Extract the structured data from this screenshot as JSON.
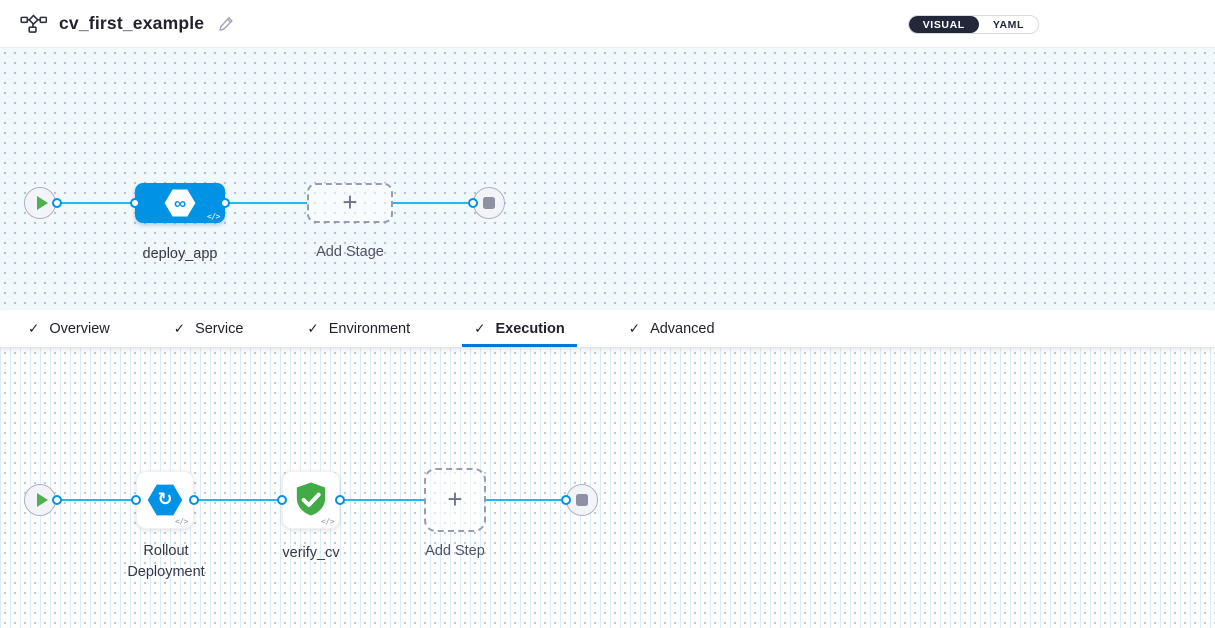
{
  "header": {
    "title": "cv_first_example",
    "toggle": {
      "visual_label": "VISUAL",
      "yaml_label": "YAML",
      "selected": "VISUAL"
    }
  },
  "stage_pipeline": {
    "stage_name": "deploy_app",
    "add_stage_label": "Add Stage"
  },
  "tabs": {
    "active": "Execution",
    "items": [
      {
        "label": "Overview",
        "checked": true
      },
      {
        "label": "Service",
        "checked": true
      },
      {
        "label": "Environment",
        "checked": true
      },
      {
        "label": "Execution",
        "checked": true
      },
      {
        "label": "Advanced",
        "checked": true
      }
    ]
  },
  "execution": {
    "steps": [
      {
        "label": "Rollout Deployment",
        "icon": "rollout-hexagon-icon"
      },
      {
        "label": "verify_cv",
        "icon": "shield-check-icon"
      }
    ],
    "add_step_label": "Add Step"
  },
  "icons": {
    "check": "✓",
    "plus": "+",
    "code": "</>",
    "deploy_glyph": "∞",
    "rollout_glyph": "↻"
  },
  "colors": {
    "accent_blue": "#0092e4",
    "edge_blue": "#25b8ec",
    "tab_underline_blue": "#0278d5",
    "success_green": "#42ab45",
    "toggle_dark": "#22273a",
    "canvas_tint": "#f1f9fd"
  }
}
